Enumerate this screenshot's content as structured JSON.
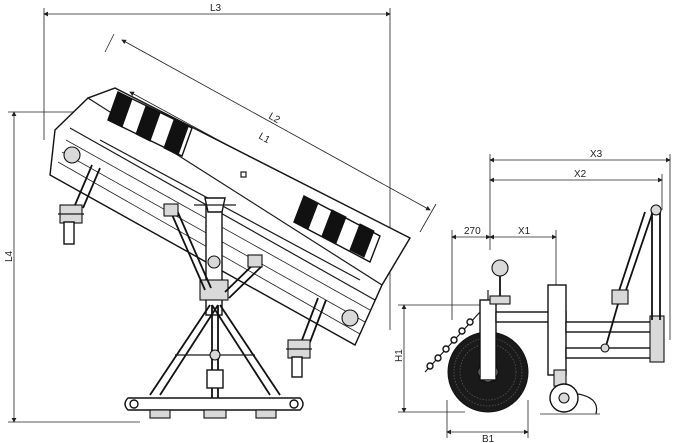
{
  "dimensions": {
    "L3": "L3",
    "L2": "L2",
    "L1": "L1",
    "L4": "L4",
    "X3": "X3",
    "X2": "X2",
    "X1": "X1",
    "d270": "270",
    "H1": "H1",
    "B1": "B1"
  },
  "colors": {
    "line": "#111111",
    "background": "#ffffff",
    "hatch": "#111111"
  }
}
